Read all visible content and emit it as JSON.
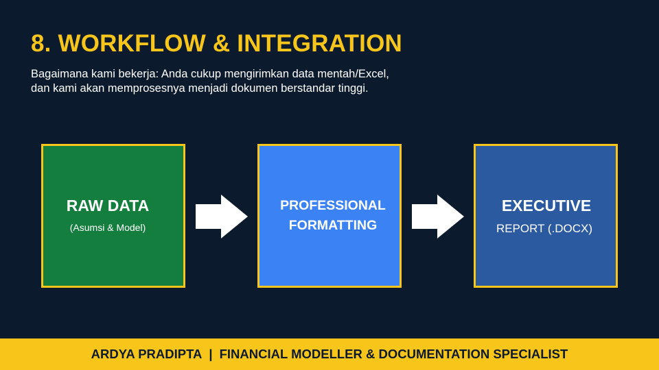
{
  "title": "8. WORKFLOW & INTEGRATION",
  "subtitle": {
    "line1": "Bagaimana kami bekerja: Anda cukup mengirimkan data mentah/Excel,",
    "line2": "dan kami akan memprosesnya menjadi dokumen berstandar tinggi."
  },
  "steps": [
    {
      "line1": "RAW DATA",
      "line2": "(Asumsi & Model)",
      "color": "#147e3e"
    },
    {
      "line1": "PROFESSIONAL",
      "line2": "FORMATTING",
      "color": "#3b83f4"
    },
    {
      "line1": "EXECUTIVE",
      "line2": "REPORT (.DOCX)",
      "color": "#2b5aa1"
    }
  ],
  "footer": {
    "name": "ARDYA PRADIPTA",
    "separator": "|",
    "role": "FINANCIAL MODELLER & DOCUMENTATION SPECIALIST"
  },
  "colors": {
    "background": "#0c1a2d",
    "accent": "#f8c61a",
    "arrow": "#ffffff"
  },
  "icons": [
    "right-arrow-icon",
    "right-arrow-icon"
  ]
}
